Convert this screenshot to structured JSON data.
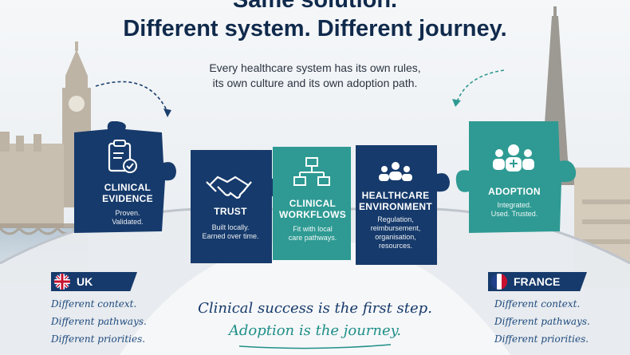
{
  "header": {
    "title_line1": "Same solution.",
    "title_line2": "Different system. Different journey.",
    "intro_line1": "Every healthcare system has its own rules,",
    "intro_line2": "its own culture and its own adoption path."
  },
  "pieces": [
    {
      "title_line1": "CLINICAL",
      "title_line2": "EVIDENCE",
      "desc_line1": "Proven.",
      "desc_line2": "Validated."
    },
    {
      "title_line1": "TRUST",
      "desc_line1": "Built locally.",
      "desc_line2": "Earned over time."
    },
    {
      "title_line1": "CLINICAL",
      "title_line2": "WORKFLOWS",
      "desc_line1": "Fit with local",
      "desc_line2": "care pathways."
    },
    {
      "title_line1": "HEALTHCARE",
      "title_line2": "ENVIRONMENT",
      "desc_line1": "Regulation,",
      "desc_line2": "reimbursement,",
      "desc_line3": "organisation,",
      "desc_line4": "resources."
    },
    {
      "title_line1": "ADOPTION",
      "desc_line1": "Integrated.",
      "desc_line2": "Used. Trusted."
    }
  ],
  "countries": {
    "uk": {
      "name": "UK",
      "line1": "Different context.",
      "line2": "Different pathways.",
      "line3": "Different priorities."
    },
    "france": {
      "name": "FRANCE",
      "line1": "Different context.",
      "line2": "Different pathways.",
      "line3": "Different priorities."
    }
  },
  "tagline": {
    "line1": "Clinical success is the first step.",
    "line2": "Adoption is the journey."
  },
  "colors": {
    "navy": "#163a6b",
    "teal": "#2e9a93",
    "text_dark": "#102a4c",
    "tagline_teal": "#1f8f88"
  }
}
